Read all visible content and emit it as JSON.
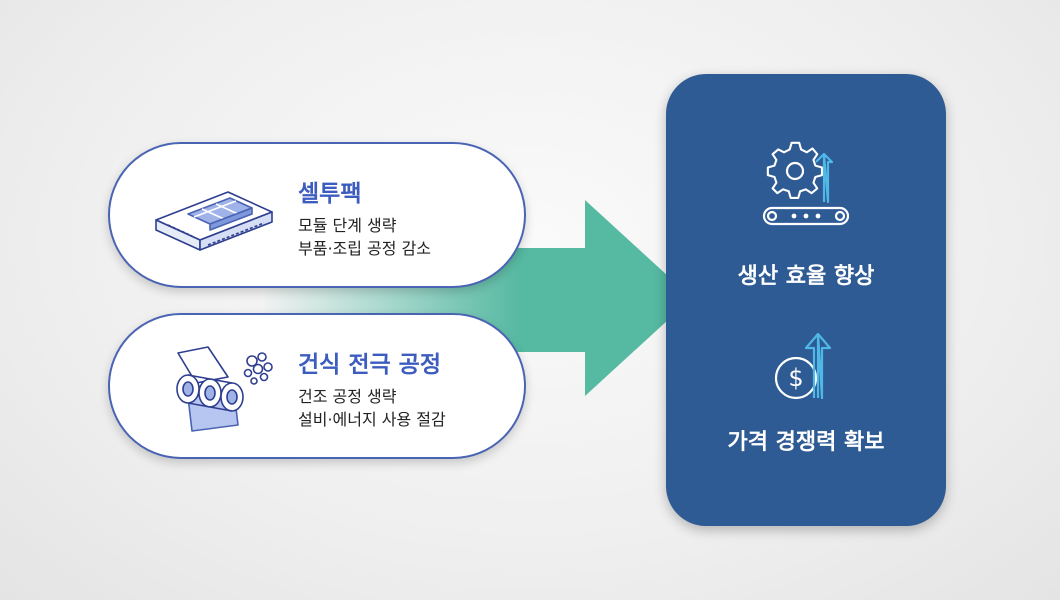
{
  "colors": {
    "arrow": "#56b9a2",
    "pill_border": "#4a64b4",
    "title_blue": "#3d5cc0",
    "panel_bg": "#2e5b94",
    "icon_cyan": "#4fb8e6"
  },
  "left": {
    "item1": {
      "icon": "battery-cell-pack-icon",
      "title": "셀투팩",
      "line1": "모듈 단계 생략",
      "line2": "부품·조립 공정 감소"
    },
    "item2": {
      "icon": "dry-electrode-roller-icon",
      "title": "건식 전극 공정",
      "line1": "건조 공정 생략",
      "line2": "설비·에너지 사용 절감"
    }
  },
  "right": {
    "result1": {
      "icon": "gear-conveyor-up-arrow-icon",
      "label": "생산 효율 향상"
    },
    "result2": {
      "icon": "dollar-up-arrow-icon",
      "label": "가격 경쟁력 확보"
    }
  }
}
